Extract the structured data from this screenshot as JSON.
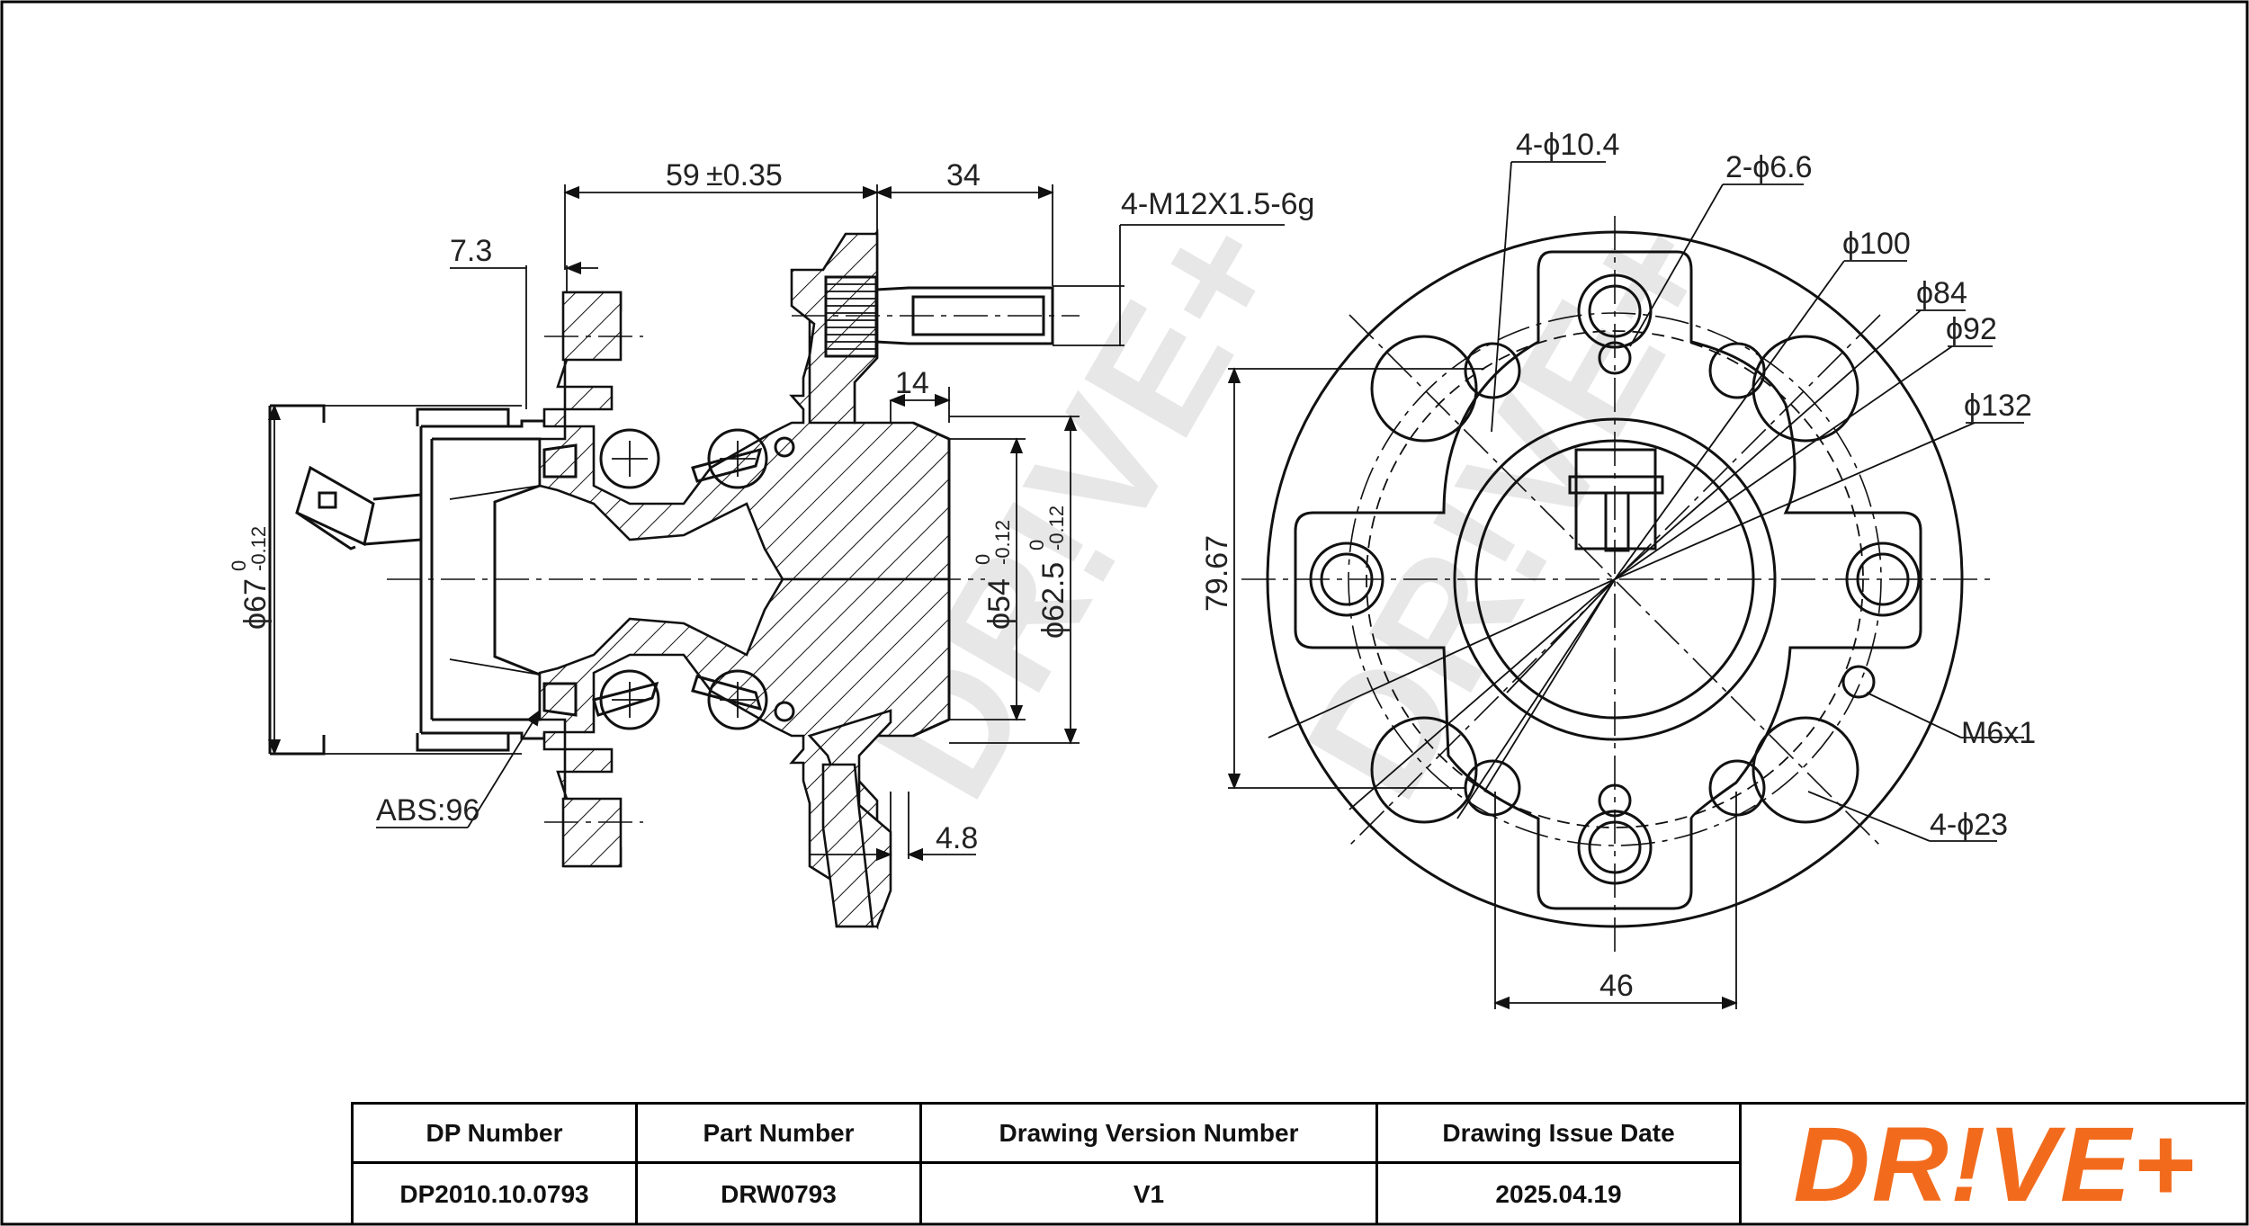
{
  "drawing": {
    "watermark": "DR!VE+",
    "side_view_dims": {
      "d_59": "59",
      "d_59_tol": "±0.35",
      "d_34": "34",
      "thread": "4-M12X1.5-6g",
      "d_7_3": "7.3",
      "d_14": "14",
      "d_4_8": "4.8",
      "abs": "ABS:96",
      "dia_67": "ϕ67",
      "dia_67_tol_up": "0",
      "dia_67_tol_low": "-0.12",
      "dia_54": "ϕ54",
      "dia_54_tol_up": "0",
      "dia_54_tol_low": "-0.12",
      "dia_62_5": "ϕ62.5",
      "dia_62_5_tol_up": "0",
      "dia_62_5_tol_low": "-0.12"
    },
    "front_view_dims": {
      "holes_10_4": "4-ϕ10.4",
      "holes_6_6": "2-ϕ6.6",
      "dia_100": "ϕ100",
      "dia_84": "ϕ84",
      "dia_92": "ϕ92",
      "dia_132": "ϕ132",
      "m6": "M6x1",
      "holes_23": "4-ϕ23",
      "d_79_67": "79.67",
      "d_46": "46"
    }
  },
  "title_block": {
    "headers": {
      "dp_number": "DP Number",
      "part_number": "Part Number",
      "version": "Drawing Version Number",
      "issue_date": "Drawing Issue Date"
    },
    "values": {
      "dp_number": "DP2010.10.0793",
      "part_number": "DRW0793",
      "version": "V1",
      "issue_date": "2025.04.19"
    },
    "logo": "DR!VE+",
    "logo_color": "#f26b1d"
  }
}
